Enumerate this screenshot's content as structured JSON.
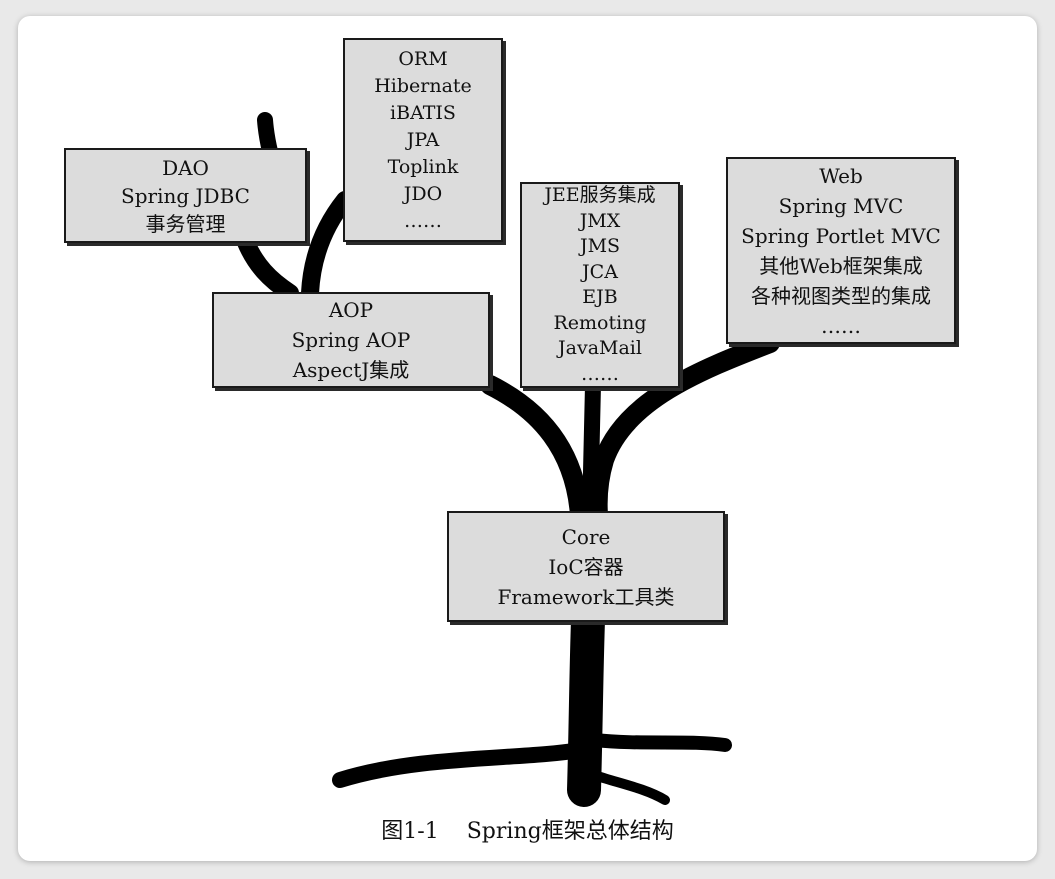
{
  "boxes": {
    "dao": [
      "DAO",
      "Spring JDBC",
      "事务管理"
    ],
    "orm": [
      "ORM",
      "Hibernate",
      "iBATIS",
      "JPA",
      "Toplink",
      "JDO",
      "……"
    ],
    "aop": [
      "AOP",
      "Spring AOP",
      "AspectJ集成"
    ],
    "jee": [
      "JEE服务集成",
      "JMX",
      "JMS",
      "JCA",
      "EJB",
      "Remoting",
      "JavaMail",
      "……"
    ],
    "web": [
      "Web",
      "Spring MVC",
      "Spring Portlet MVC",
      "其他Web框架集成",
      "各种视图类型的集成",
      "……"
    ],
    "core": [
      "Core",
      "IoC容器",
      "Framework工具类"
    ]
  },
  "caption": {
    "number": "图1-1",
    "title": "Spring框架总体结构"
  },
  "colors": {
    "box_fill": "#dcdcdc",
    "branch": "#000000"
  }
}
